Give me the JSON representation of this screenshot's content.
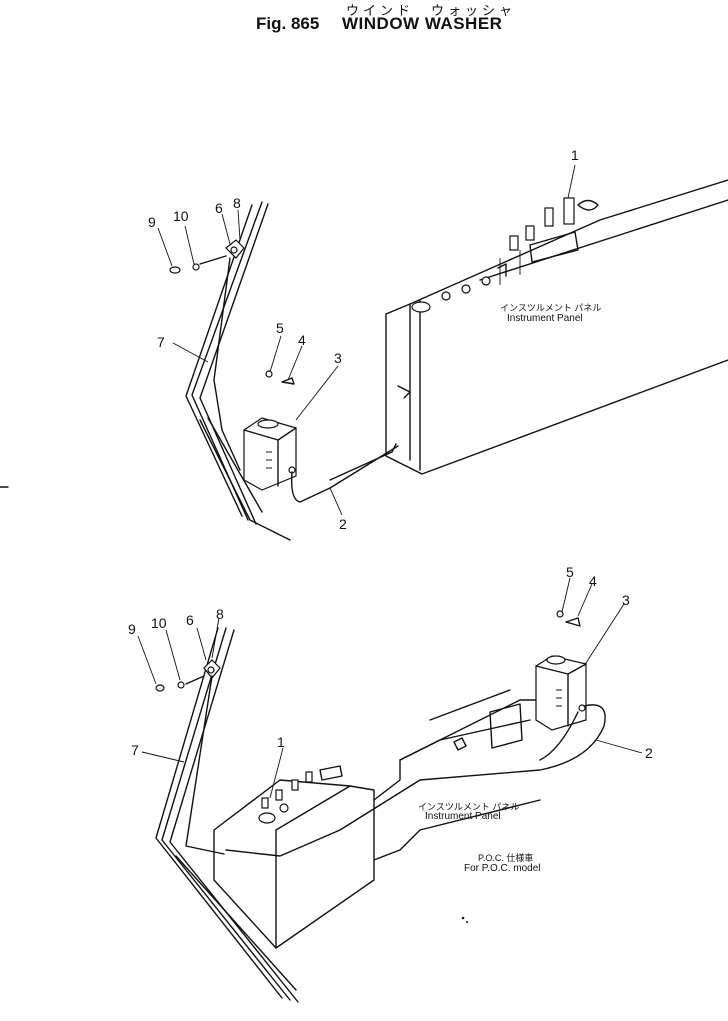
{
  "header": {
    "title_japanese": "ウインド　ウォッシャ",
    "figure_number": "Fig. 865",
    "figure_title": "WINDOW WASHER"
  },
  "top_view": {
    "callouts": [
      "1",
      "2",
      "3",
      "4",
      "5",
      "6",
      "7",
      "8",
      "9",
      "10"
    ],
    "panel_label_jp": "インスツルメント パネル",
    "panel_label_en": "Instrument Panel"
  },
  "bottom_view": {
    "callouts": [
      "1",
      "2",
      "3",
      "4",
      "5",
      "6",
      "7",
      "8",
      "9",
      "10"
    ],
    "panel_label_jp": "インスツルメント パネル",
    "panel_label_en": "Instrument Panel",
    "model_note_jp": "P.O.C. 仕様車",
    "model_note_en": "For P.O.C. model"
  }
}
